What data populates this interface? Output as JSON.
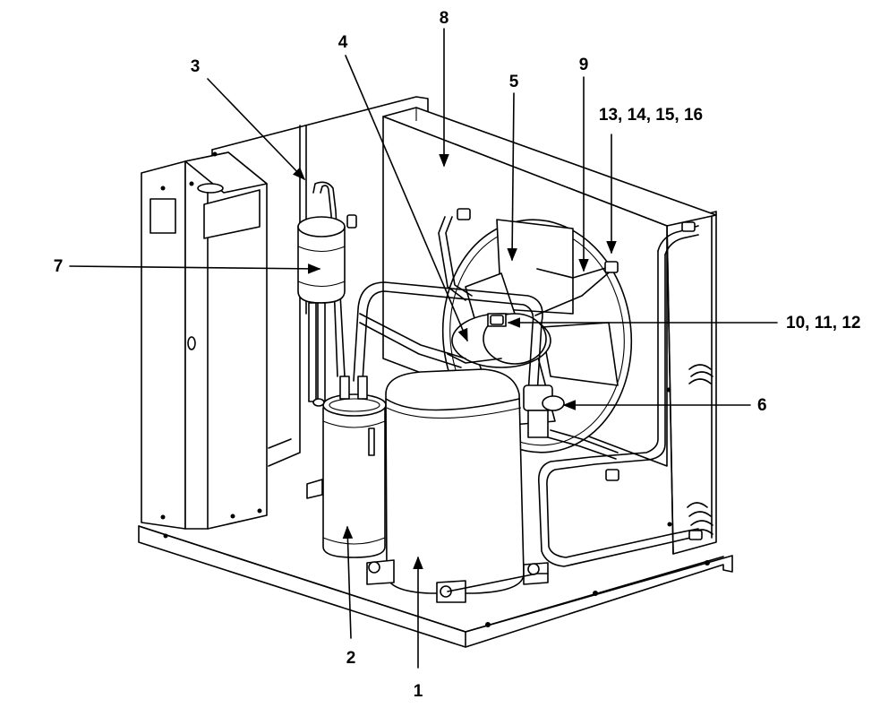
{
  "callouts": {
    "c1": "1",
    "c2": "2",
    "c3": "3",
    "c4": "4",
    "c5": "5",
    "c6": "6",
    "c7": "7",
    "c8": "8",
    "c9": "9",
    "c10_12": "10, 11, 12",
    "c13_16": "13, 14, 15, 16"
  },
  "colors": {
    "line": "#000000",
    "background": "#ffffff"
  }
}
